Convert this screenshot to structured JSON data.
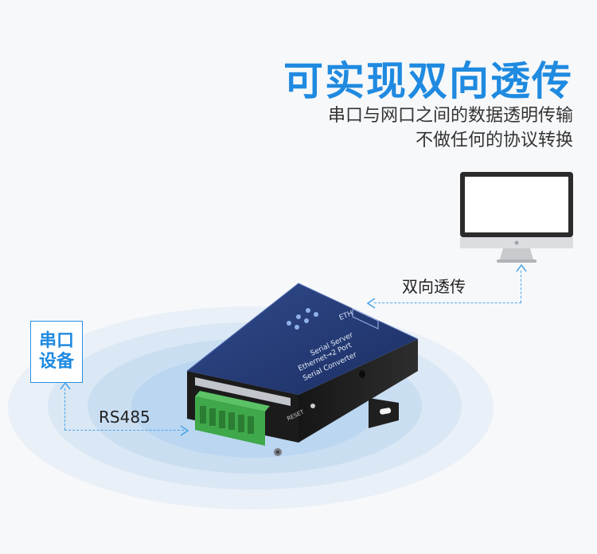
{
  "headline": "可实现双向透传",
  "subtitle_line1": "串口与网口之间的数据透明传输",
  "subtitle_line2": "不做任何的协议转换",
  "label_bidirectional": "双向透传",
  "label_rs485": "RS485",
  "serial_device_line1": "串口",
  "serial_device_line2": "设备",
  "device": {
    "eth_label": "ETH",
    "title": "Serial Server",
    "model_line1": "Ethernet→2 Port",
    "model_line2": "Serial Converter",
    "reset_label": "RESET"
  },
  "colors": {
    "accent": "#1f8ae0",
    "device_blue": "#243a78",
    "terminal_green": "#3fa84a"
  }
}
